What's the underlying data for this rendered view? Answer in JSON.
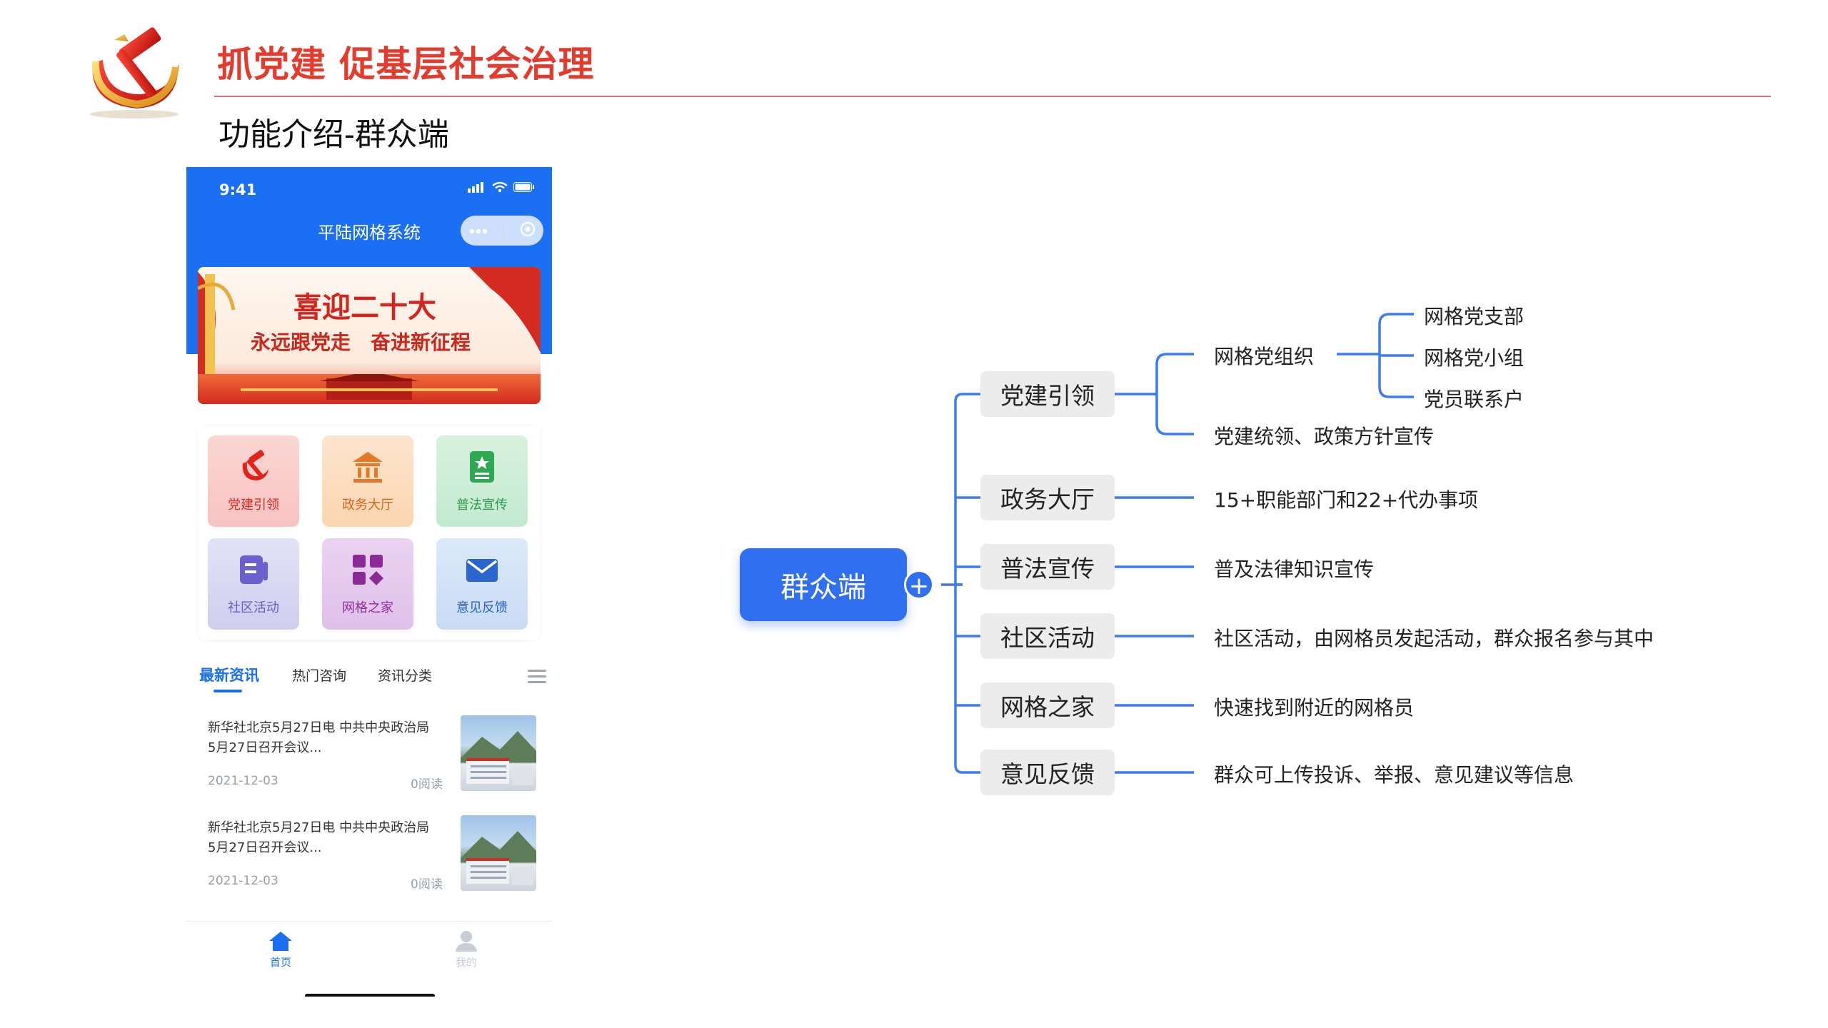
{
  "slide": {
    "title": "抓党建 促基层社会治理",
    "section": "功能介绍-群众端",
    "accent_color": "#e33b2e",
    "logo_icon": "hammer-sickle-emblem-icon"
  },
  "phone": {
    "status_time": "9:41",
    "app_title": "平陆网格系统",
    "banner": {
      "line1": "喜迎二十大",
      "line2": "永远跟党走　奋进新征程"
    },
    "menu": [
      {
        "label": "党建引领",
        "icon": "hammer-sickle-icon"
      },
      {
        "label": "政务大厅",
        "icon": "government-building-icon"
      },
      {
        "label": "普法宣传",
        "icon": "law-book-icon"
      },
      {
        "label": "社区活动",
        "icon": "document-icon"
      },
      {
        "label": "网格之家",
        "icon": "grid-apps-icon"
      },
      {
        "label": "意见反馈",
        "icon": "envelope-icon"
      }
    ],
    "tabs": [
      "最新资讯",
      "热门咨询",
      "资讯分类"
    ],
    "news": [
      {
        "title": "新华社北京5月27日电 中共中央政治局5月27日召开会议...",
        "date": "2021-12-03",
        "reads": "0阅读"
      },
      {
        "title": "新华社北京5月27日电 中共中央政治局5月27日召开会议...",
        "date": "2021-12-03",
        "reads": "0阅读"
      }
    ],
    "tabbar": {
      "home": "首页",
      "mine": "我的"
    },
    "primary_color": "#1b6ff2"
  },
  "mindmap": {
    "root": "群众端",
    "branches": [
      {
        "label": "党建引领",
        "sub_label": "网格党组织",
        "sub_items": [
          "网格党支部",
          "网格党小组",
          "党员联系户"
        ],
        "extra": "党建统领、政策方针宣传"
      },
      {
        "label": "政务大厅",
        "desc": "15+职能部门和22+代办事项"
      },
      {
        "label": "普法宣传",
        "desc": "普及法律知识宣传"
      },
      {
        "label": "社区活动",
        "desc": "社区活动，由网格员发起活动，群众报名参与其中"
      },
      {
        "label": "网格之家",
        "desc": "快速找到附近的网格员"
      },
      {
        "label": "意见反馈",
        "desc": "群众可上传投诉、举报、意见建议等信息"
      }
    ],
    "line_color": "#3d7bf0",
    "root_color": "#2f6ff0"
  }
}
